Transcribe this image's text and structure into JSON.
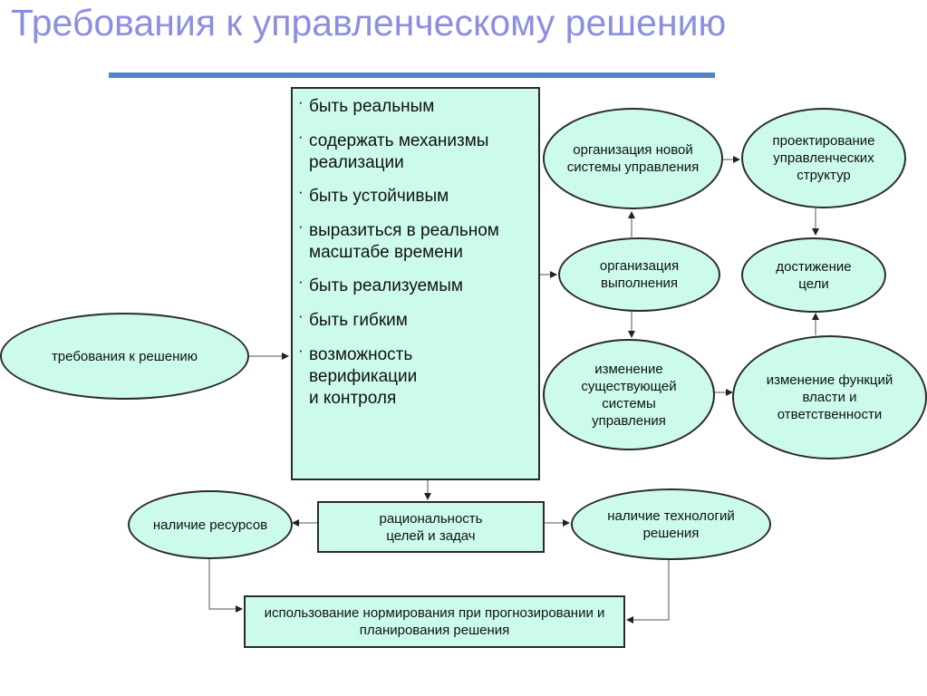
{
  "title": "Требования к управленческому решению",
  "main_box": {
    "items": [
      "быть реальным",
      "содержать механизмы\nреализации",
      "быть устойчивым",
      "выразиться в реальном\nмасштабе времени",
      "быть реализуемым",
      "быть гибким",
      "возможность\nверификации\nи контроля"
    ]
  },
  "nodes": {
    "requirements": "требования к решению",
    "org_new_system": "организация новой системы управления",
    "design_structures": "проектирование управленческих структур",
    "org_execution": "организация выполнения",
    "goal_achievement": "достижение цели",
    "change_system": "изменение существующей системы управления",
    "change_functions": "изменение функций власти и ответственности",
    "resources": "наличие ресурсов",
    "rationality": "рациональность целей и задач",
    "technologies": "наличие технологий решения",
    "norming": "использование нормирования при прогнозировании и планирования решения"
  },
  "colors": {
    "node_fill": "#ccfbee",
    "title": "#8b8fe0",
    "title_rule": "#4f86c6"
  }
}
